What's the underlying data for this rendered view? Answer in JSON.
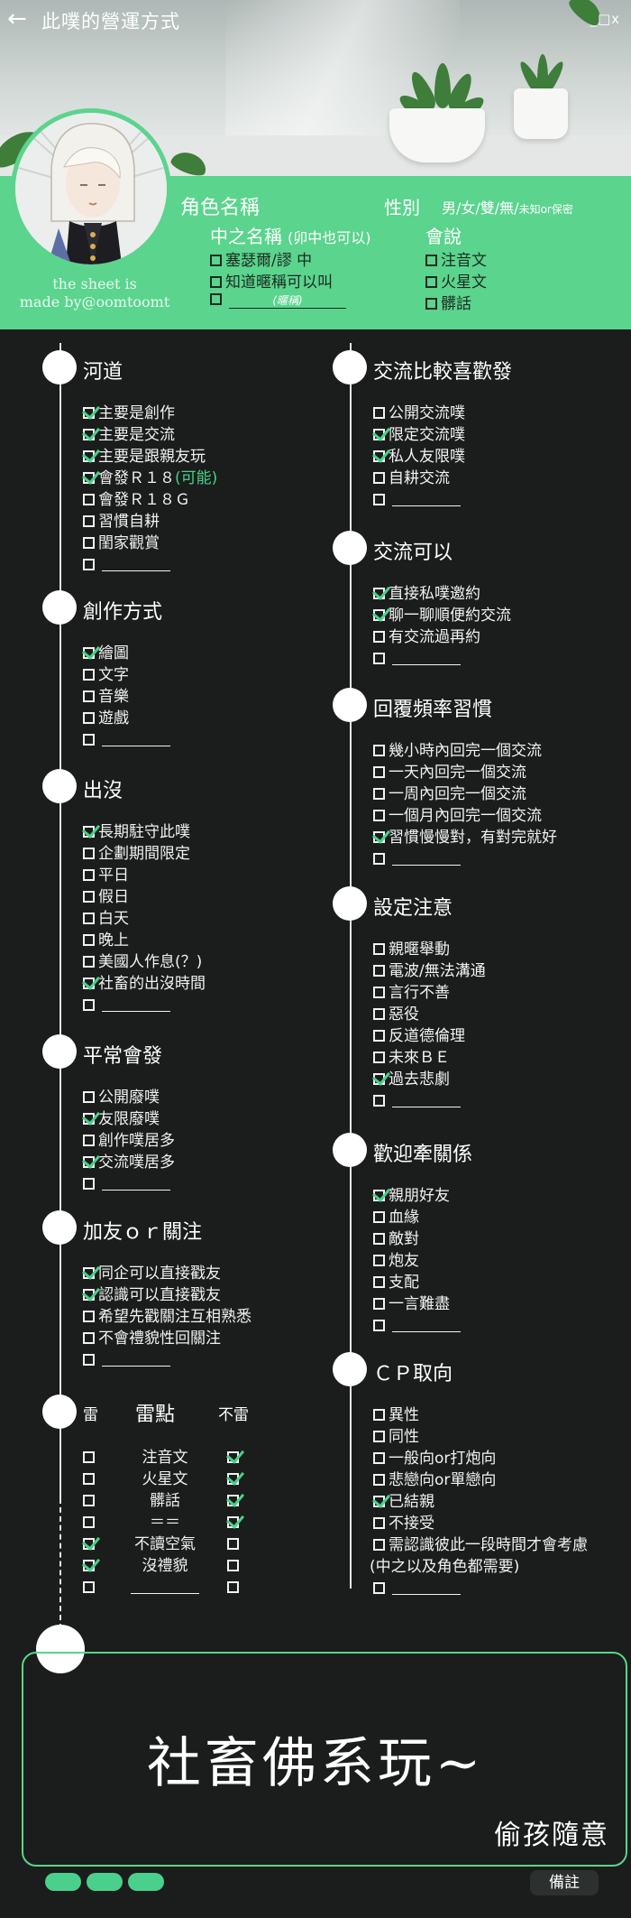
{
  "header": {
    "back_glyph": "←",
    "title": "此噗的營運方式",
    "window_controls": "_□x"
  },
  "profile": {
    "char_name_label": "角色名稱",
    "gender_label": "性別",
    "gender_options": "男/女/雙/無/",
    "gender_extra": "未知or保密",
    "inner_name_label": "中之名稱",
    "inner_name_note": "(卯中也可以)",
    "name_options": [
      {
        "text": "塞瑟爾/謬 中",
        "checked": false
      },
      {
        "text": "知道暱稱可以叫",
        "checked": false
      },
      {
        "text": "",
        "blank": true,
        "blank_label": "(暱稱)",
        "checked": false
      }
    ],
    "speaks_label": "會說",
    "speak_options": [
      {
        "text": "注音文",
        "checked": false
      },
      {
        "text": "火星文",
        "checked": false
      },
      {
        "text": "髒話",
        "checked": false
      }
    ],
    "credit_line1": "the sheet is",
    "credit_line2": "made by@oomtoomt"
  },
  "left_sections": [
    {
      "title": "河道",
      "items": [
        {
          "text": "主要是創作",
          "checked": true
        },
        {
          "text": "主要是交流",
          "checked": true
        },
        {
          "text": "主要是跟親友玩",
          "checked": true
        },
        {
          "text": "會發Ｒ１８",
          "extra": "(可能)",
          "checked": true
        },
        {
          "text": "會發Ｒ１８Ｇ",
          "checked": false
        },
        {
          "text": "習慣自耕",
          "checked": false
        },
        {
          "text": "閨家觀賞",
          "checked": false
        },
        {
          "text": "",
          "blank": true,
          "checked": false
        }
      ]
    },
    {
      "title": "創作方式",
      "items": [
        {
          "text": "繪圖",
          "checked": true
        },
        {
          "text": "文字",
          "checked": false
        },
        {
          "text": "音樂",
          "checked": false
        },
        {
          "text": "遊戲",
          "checked": false
        },
        {
          "text": "",
          "blank": true,
          "checked": false
        }
      ]
    },
    {
      "title": "出沒",
      "items": [
        {
          "text": "長期駐守此噗",
          "checked": true
        },
        {
          "text": "企劃期間限定",
          "checked": false
        },
        {
          "text": "平日",
          "checked": false
        },
        {
          "text": "假日",
          "checked": false
        },
        {
          "text": "白天",
          "checked": false
        },
        {
          "text": "晚上",
          "checked": false
        },
        {
          "text": "美國人作息(？)",
          "checked": false
        },
        {
          "text": "社畜的出沒時間",
          "checked": true
        },
        {
          "text": "",
          "blank": true,
          "checked": false
        }
      ]
    },
    {
      "title": "平常會發",
      "items": [
        {
          "text": "公開廢噗",
          "checked": false
        },
        {
          "text": "友限廢噗",
          "checked": true
        },
        {
          "text": "創作噗居多",
          "checked": false
        },
        {
          "text": "交流噗居多",
          "checked": true
        },
        {
          "text": "",
          "blank": true,
          "checked": false
        }
      ]
    },
    {
      "title": "加友ｏｒ關注",
      "items": [
        {
          "text": "同企可以直接戳友",
          "checked": true
        },
        {
          "text": "認識可以直接戳友",
          "checked": true
        },
        {
          "text": "希望先戳關注互相熟悉",
          "checked": false
        },
        {
          "text": "不會禮貌性回關注",
          "checked": false
        },
        {
          "text": "",
          "blank": true,
          "checked": false
        }
      ]
    }
  ],
  "thunder": {
    "title": "雷",
    "mid_title": "雷點",
    "right_title": "不雷",
    "rows": [
      {
        "label": "注音文",
        "left": false,
        "right": true
      },
      {
        "label": "火星文",
        "left": false,
        "right": true
      },
      {
        "label": "髒話",
        "left": false,
        "right": true
      },
      {
        "label": "＝＝",
        "left": false,
        "right": true
      },
      {
        "label": "不讀空氣",
        "left": true,
        "right": false
      },
      {
        "label": "沒禮貌",
        "left": true,
        "right": false
      },
      {
        "label": "",
        "blank": true,
        "left": false,
        "right": false
      }
    ]
  },
  "right_sections": [
    {
      "title": "交流比較喜歡發",
      "items": [
        {
          "text": "公開交流噗",
          "checked": false
        },
        {
          "text": "限定交流噗",
          "checked": true
        },
        {
          "text": "私人友限噗",
          "checked": true
        },
        {
          "text": "自耕交流",
          "checked": false
        },
        {
          "text": "",
          "blank": true,
          "checked": false
        }
      ]
    },
    {
      "title": "交流可以",
      "items": [
        {
          "text": "直接私噗邀約",
          "checked": true
        },
        {
          "text": "聊一聊順便約交流",
          "checked": true
        },
        {
          "text": "有交流過再約",
          "checked": false
        },
        {
          "text": "",
          "blank": true,
          "checked": false
        }
      ]
    },
    {
      "title": "回覆頻率習慣",
      "items": [
        {
          "text": "幾小時內回完一個交流",
          "checked": false
        },
        {
          "text": "一天內回完一個交流",
          "checked": false
        },
        {
          "text": "一周內回完一個交流",
          "checked": false
        },
        {
          "text": "一個月內回完一個交流",
          "checked": false
        },
        {
          "text": "習慣慢慢對，有對完就好",
          "checked": true
        },
        {
          "text": "",
          "blank": true,
          "checked": false
        }
      ]
    },
    {
      "title": "設定注意",
      "items": [
        {
          "text": "親暱舉動",
          "checked": false
        },
        {
          "text": "電波/無法溝通",
          "checked": false
        },
        {
          "text": "言行不善",
          "checked": false
        },
        {
          "text": "惡役",
          "checked": false
        },
        {
          "text": "反道德倫理",
          "checked": false
        },
        {
          "text": "未來ＢＥ",
          "checked": false
        },
        {
          "text": "過去悲劇",
          "checked": true
        },
        {
          "text": "",
          "blank": true,
          "checked": false
        }
      ]
    },
    {
      "title": "歡迎牽關係",
      "items": [
        {
          "text": "親朋好友",
          "checked": true
        },
        {
          "text": "血緣",
          "checked": false
        },
        {
          "text": "敵對",
          "checked": false
        },
        {
          "text": "炮友",
          "checked": false
        },
        {
          "text": "支配",
          "checked": false
        },
        {
          "text": "一言難盡",
          "checked": false
        },
        {
          "text": "",
          "blank": true,
          "checked": false
        }
      ]
    },
    {
      "title": "ＣＰ取向",
      "items": [
        {
          "text": "異性",
          "checked": false
        },
        {
          "text": "同性",
          "checked": false
        },
        {
          "text": "一般向or打炮向",
          "checked": false
        },
        {
          "text": "悲戀向or單戀向",
          "checked": false
        },
        {
          "text": "已結親",
          "checked": true
        },
        {
          "text": "不接受",
          "checked": false
        },
        {
          "text": "需認識彼此一段時間才會考慮",
          "checked": false
        },
        {
          "plain": "(中之以及角色都需要)"
        },
        {
          "text": "",
          "blank": true,
          "checked": false
        }
      ]
    }
  ],
  "note": {
    "main": "社畜佛系玩~",
    "sub": "偷孩隨意",
    "memo_label": "備註"
  },
  "colors": {
    "accent": "#5bd48d",
    "check": "#4ad08a",
    "background": "#1a1d1c"
  }
}
